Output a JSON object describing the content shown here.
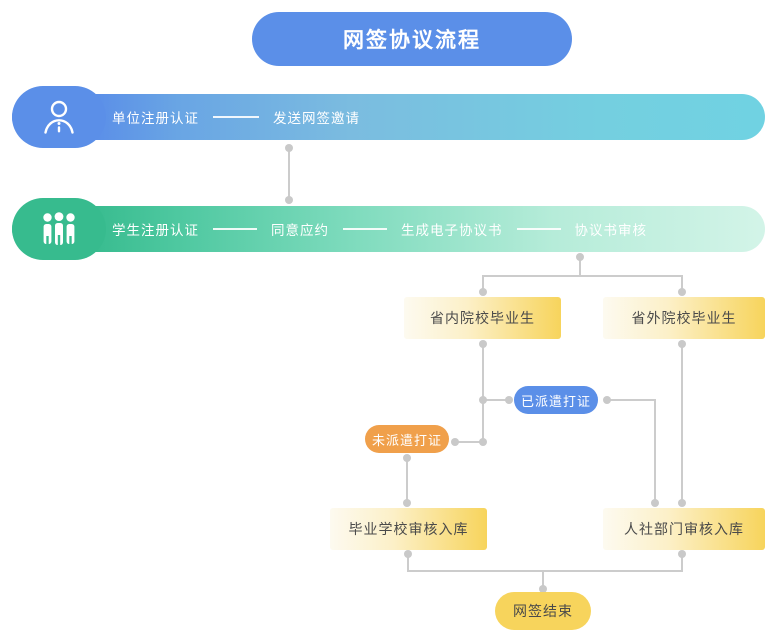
{
  "title": {
    "text": "网签协议流程"
  },
  "lanes": [
    {
      "id": "employer-lane",
      "icon": "single-person-icon",
      "color": "#5b8fe8",
      "steps": [
        "单位注册认证",
        "发送网签邀请"
      ]
    },
    {
      "id": "student-lane",
      "icon": "group-people-icon",
      "color": "#37bb8e",
      "steps": [
        "学生注册认证",
        "同意应约",
        "生成电子协议书",
        "协议书审核"
      ]
    }
  ],
  "nodes": {
    "province_inside": "省内院校毕业生",
    "province_outside": "省外院校毕业生",
    "dispatched": "已派遣打证",
    "undispatched": "未派遣打证",
    "school_audit": "毕业学校审核入库",
    "hr_audit": "人社部门审核入库",
    "end": "网签结束"
  },
  "colors": {
    "title_bg": "#5b8fe8",
    "lane_blue": "#5b8fe8",
    "lane_blue_end": "#70d2e2",
    "lane_green": "#37bb8e",
    "lane_green_end": "#d3f4e8",
    "box_yellow": "#f7d45c",
    "pill_blue": "#5b8fe8",
    "pill_orange": "#f0a04b",
    "pill_end": "#f7d45c",
    "connector": "#cccccc"
  }
}
